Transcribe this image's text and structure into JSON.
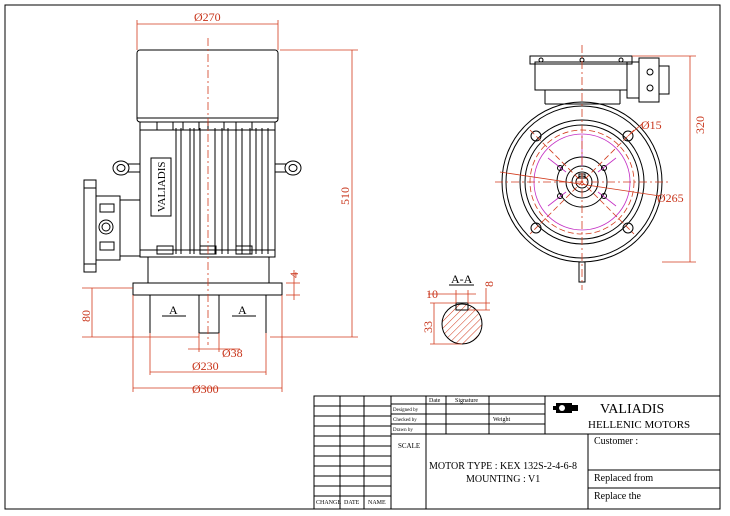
{
  "drawing": {
    "dims": {
      "d270": "Ø270",
      "d510": "510",
      "d80": "80",
      "d38": "Ø38",
      "d230": "Ø230",
      "d300": "Ø300",
      "d4": "4",
      "d320": "320",
      "d15": "Ø15",
      "d265": "Ø265",
      "sec_10": "10",
      "sec_8": "8",
      "sec_33": "33"
    },
    "section_label": "A-A",
    "marker_a": "A",
    "nameplate": "VALIADIS"
  },
  "title_block": {
    "col_date": "Date",
    "col_signature": "Signature",
    "designed_by": "Designed by",
    "checked_by": "Checked by",
    "drawn_by": "Drawn by",
    "weight": "Weight",
    "scale": "SCALE",
    "company_name": "VALIADIS",
    "company_sub": "HELLENIC MOTORS",
    "customer": "Customer :",
    "motor_type": "MOTOR TYPE : KEX 132S-2-4-6-8",
    "mounting": "MOUNTING : V1",
    "replaced_from": "Replaced from",
    "replace_the": "Replace the",
    "rev_change": "CHANGE",
    "rev_date": "DATE",
    "rev_name": "NAME"
  }
}
